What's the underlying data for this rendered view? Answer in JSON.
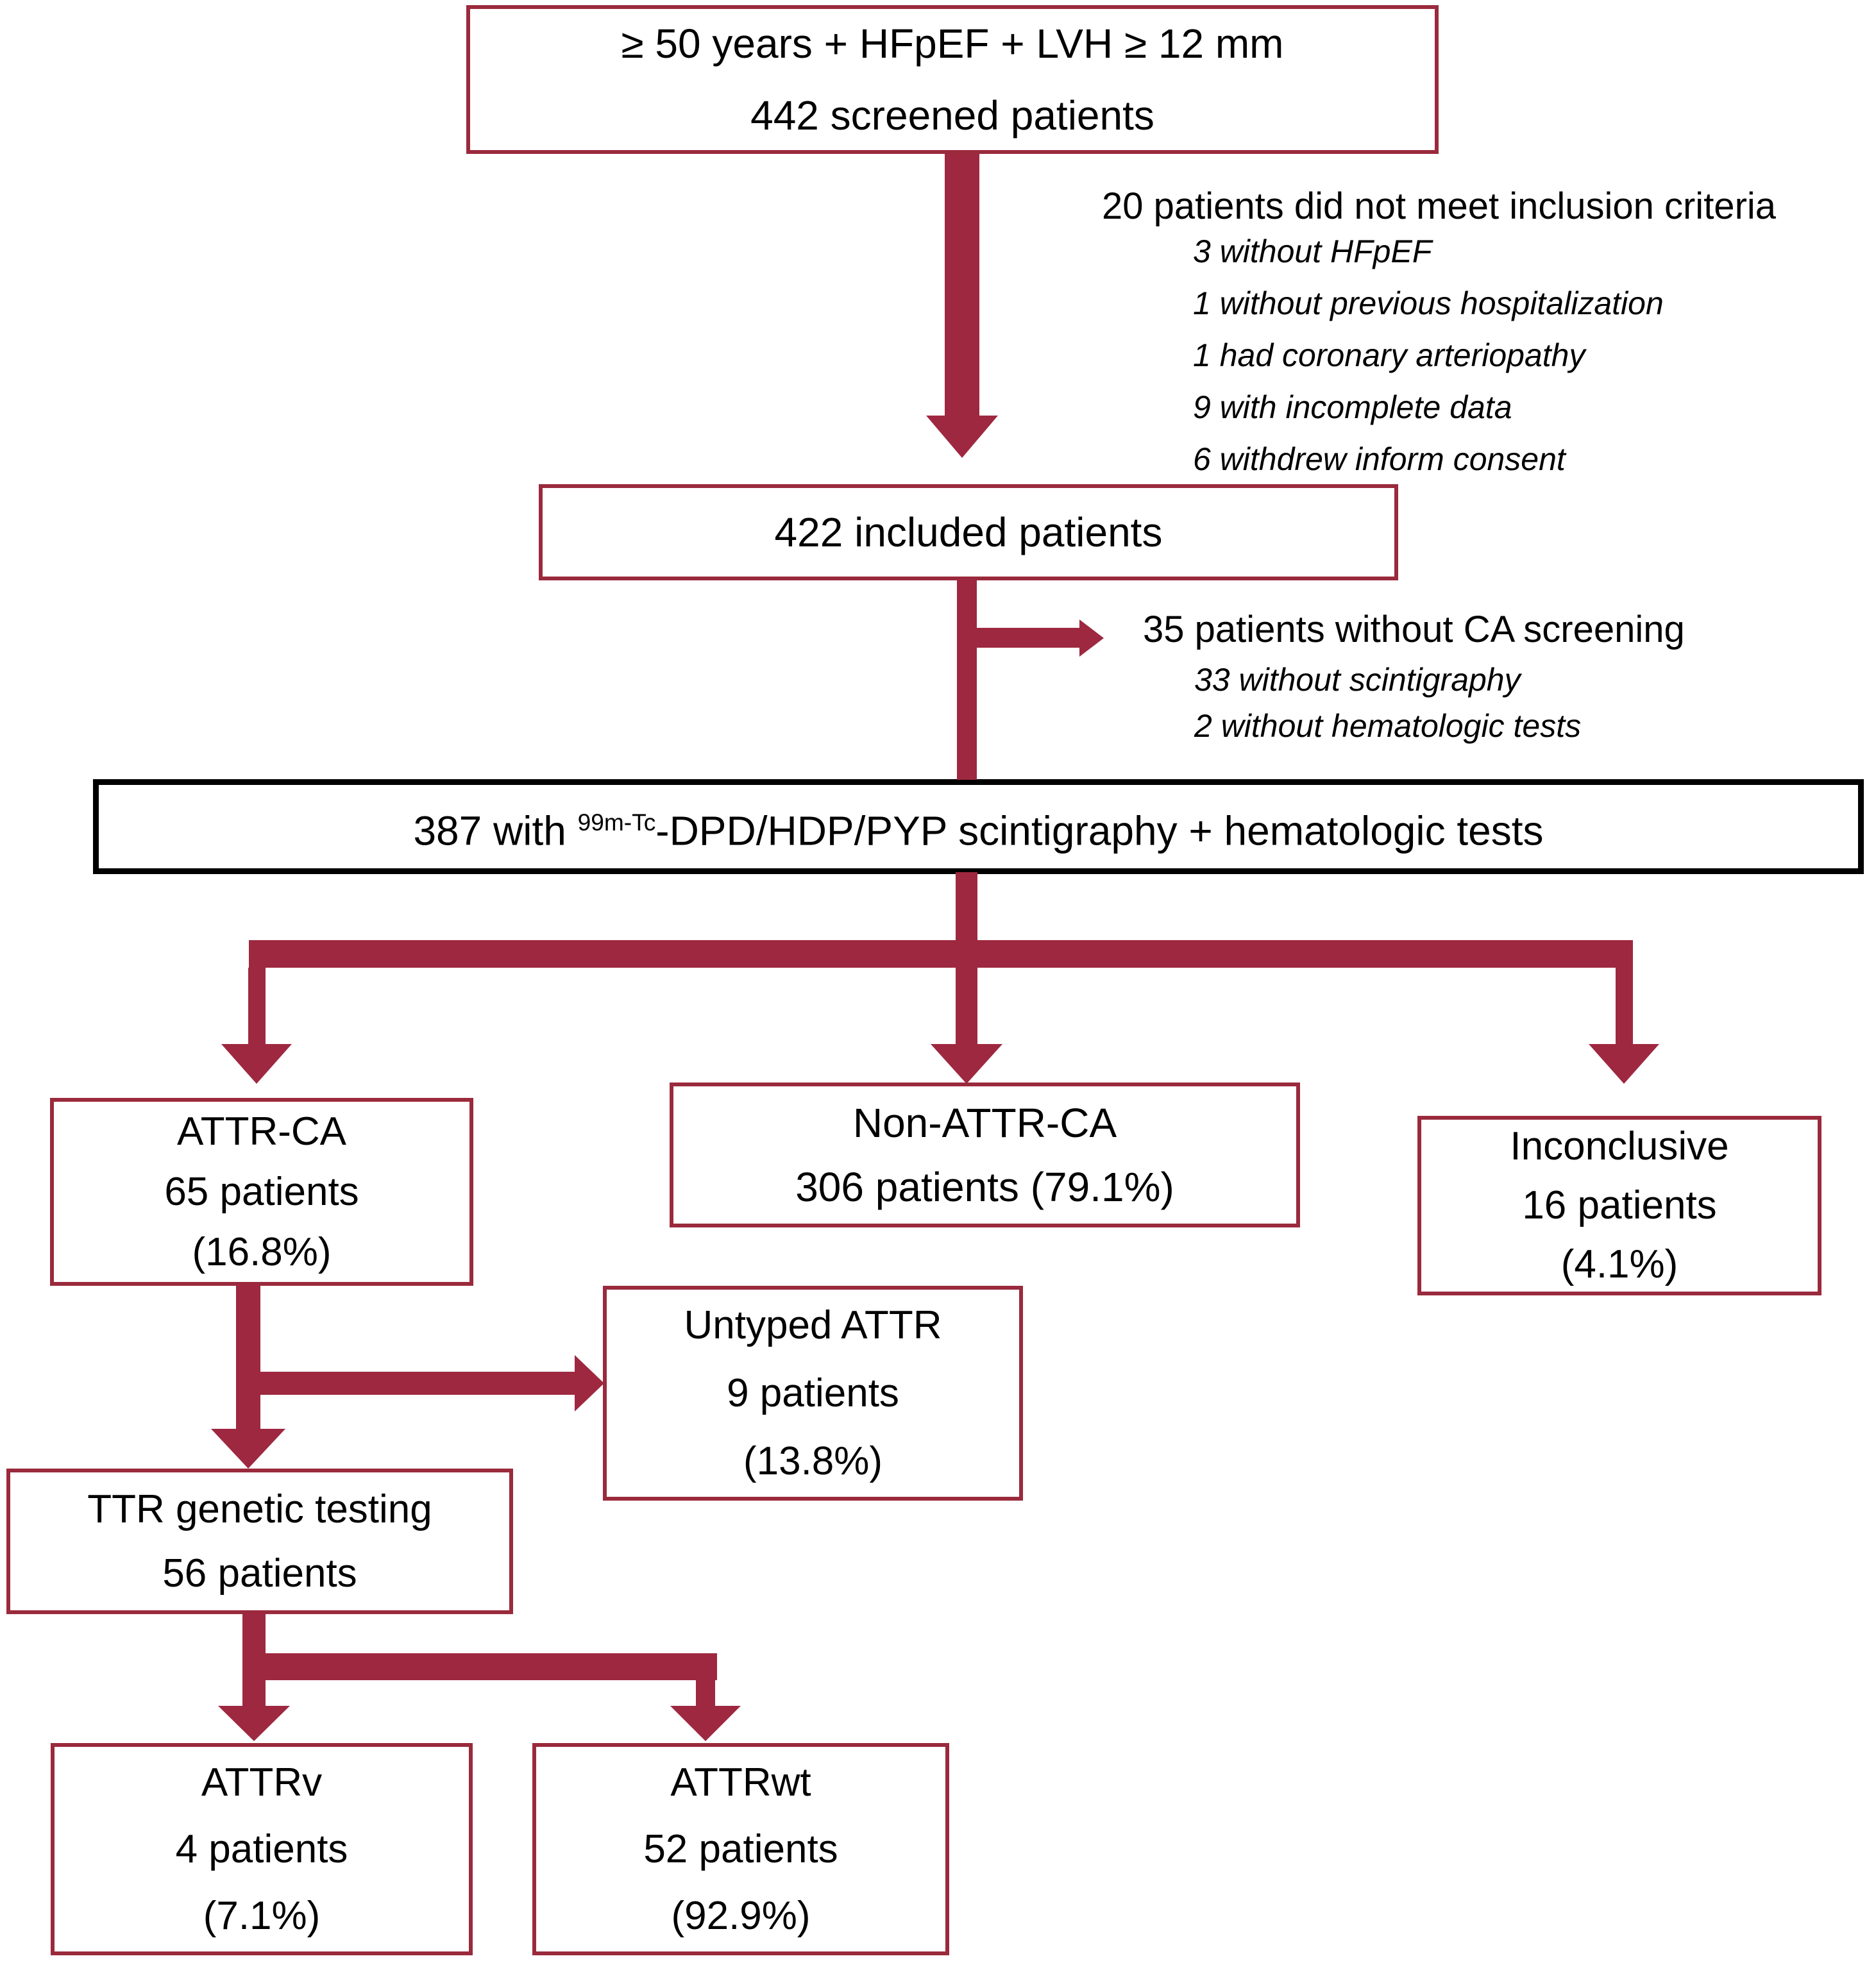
{
  "palette": {
    "arrow": "#9E2840",
    "box_border": "#9A2A3C",
    "scint_border": "#000000",
    "text": "#000000",
    "background": "#FFFFFF"
  },
  "boxes": {
    "screened": {
      "line1": "≥ 50 years + HFpEF + LVH ≥ 12 mm",
      "line2": "442 screened patients"
    },
    "included": {
      "line1": "422 included patients"
    },
    "scintigraphy": {
      "prefix": "387 with ",
      "superscript": "99m-Tc",
      "suffix": "-DPD/HDP/PYP scintigraphy + hematologic tests"
    },
    "attr_ca": {
      "line1": "ATTR-CA",
      "line2": "65 patients",
      "line3": "(16.8%)"
    },
    "non_attr_ca": {
      "line1": "Non-ATTR-CA",
      "line2": "306 patients (79.1%)"
    },
    "inconclusive": {
      "line1": "Inconclusive",
      "line2": "16 patients",
      "line3": "(4.1%)"
    },
    "untyped_attr": {
      "line1": "Untyped ATTR",
      "line2": "9 patients",
      "line3": "(13.8%)"
    },
    "ttr_testing": {
      "line1": "TTR genetic testing",
      "line2": "56 patients"
    },
    "attrv": {
      "line1": "ATTRv",
      "line2": "4 patients",
      "line3": "(7.1%)"
    },
    "attrwt": {
      "line1": "ATTRwt",
      "line2": "52 patients",
      "line3": "(92.9%)"
    }
  },
  "annotations": {
    "exclusion": {
      "heading": "20 patients did not meet inclusion criteria",
      "items": [
        "3 without HFpEF",
        "1 without previous hospitalization",
        "1 had coronary arteriopathy",
        "9 with incomplete data",
        "6 withdrew inform consent"
      ]
    },
    "no_screening": {
      "heading": "35 patients without CA screening",
      "items": [
        "33 without scintigraphy",
        "2 without hematologic tests"
      ]
    }
  }
}
